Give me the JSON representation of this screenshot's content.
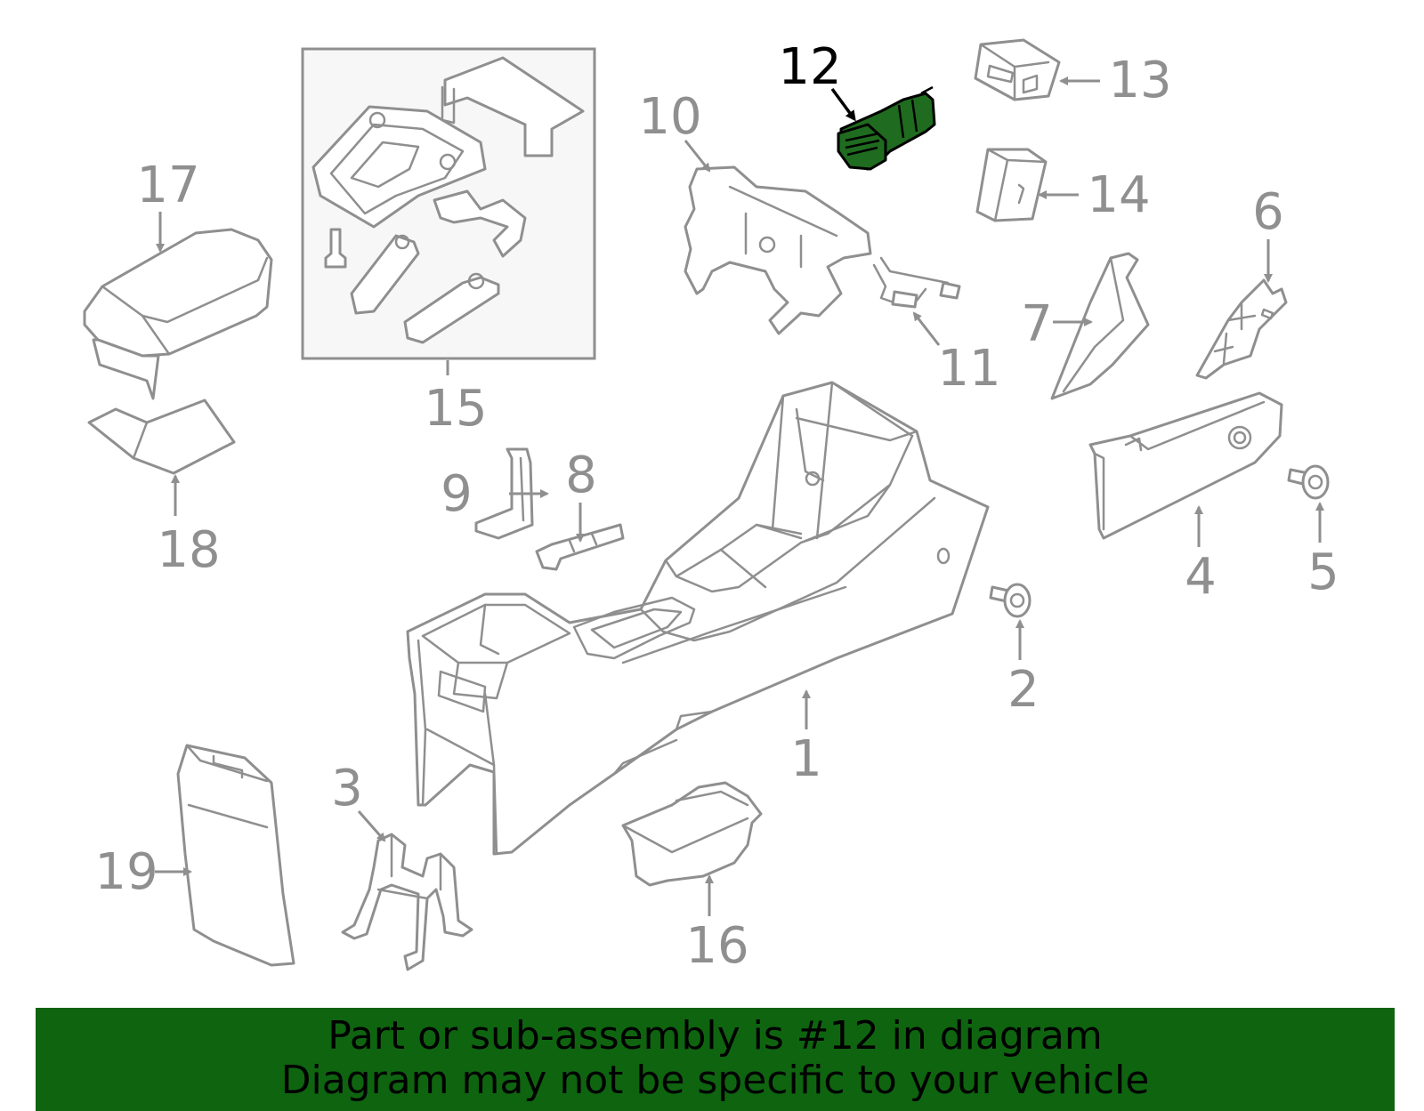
{
  "highlight_color": "#1f6b1f",
  "banner": {
    "color": "#0f6410",
    "line1": "Part or sub-assembly is #12 in diagram",
    "line2": "Diagram may not be specific to your vehicle"
  },
  "callouts": {
    "c1": "1",
    "c2": "2",
    "c3": "3",
    "c4": "4",
    "c5": "5",
    "c6": "6",
    "c7": "7",
    "c8": "8",
    "c9": "9",
    "c10": "10",
    "c11": "11",
    "c12": "12",
    "c13": "13",
    "c14": "14",
    "c15": "15",
    "c16": "16",
    "c17": "17",
    "c18": "18",
    "c19": "19"
  },
  "highlighted_part": "12"
}
